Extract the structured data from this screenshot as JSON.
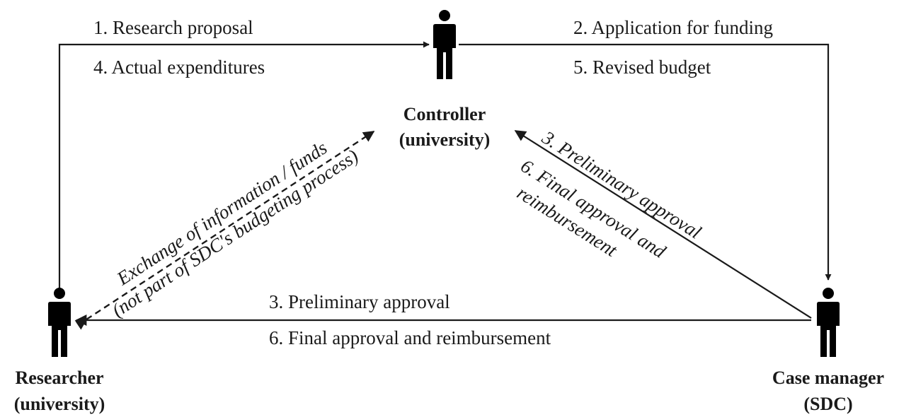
{
  "actors": {
    "controller": {
      "name": "Controller",
      "affiliation": "(university)"
    },
    "researcher": {
      "name": "Researcher",
      "affiliation": "(university)"
    },
    "case_manager": {
      "name": "Case manager",
      "affiliation": "(SDC)"
    }
  },
  "flows": {
    "researcher_to_controller": [
      "1. Research proposal",
      "4. Actual expenditures"
    ],
    "controller_to_case_manager": [
      "2. Application for funding",
      "5. Revised budget"
    ],
    "case_manager_to_controller": [
      "3. Preliminary approval",
      "6. Final approval and",
      "reimbursement"
    ],
    "case_manager_to_researcher": [
      "3. Preliminary approval",
      "6. Final approval and reimbursement"
    ],
    "researcher_controller_exchange": [
      "Exchange of information / funds",
      "(not part of SDC's budgeting process)"
    ]
  },
  "icons": [
    "person-icon"
  ],
  "colors": {
    "lines": "#1a1a1a",
    "person": "#1e1214"
  }
}
